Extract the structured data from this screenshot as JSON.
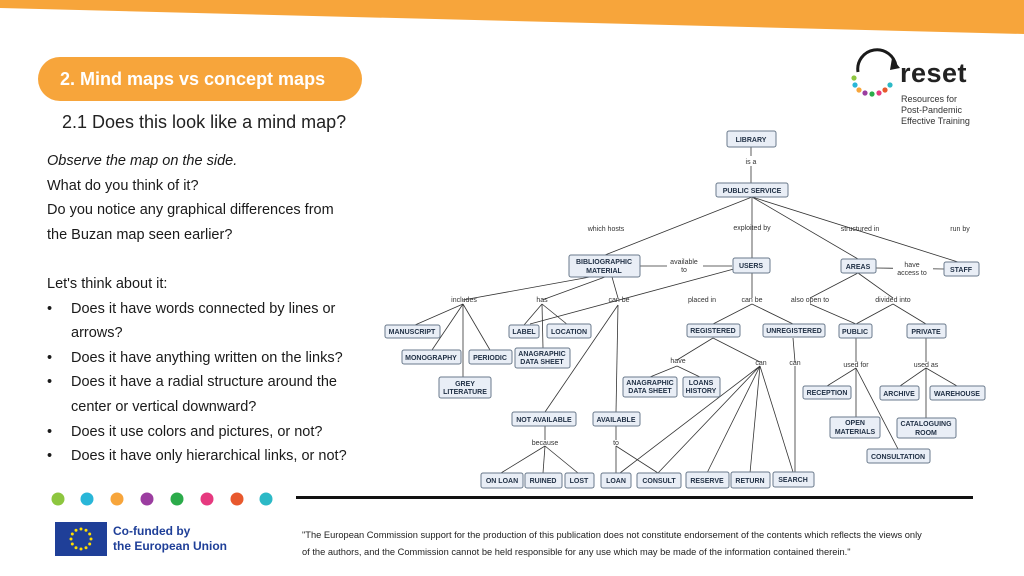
{
  "header": {
    "section_title": "2. Mind maps vs concept maps",
    "subtitle": "2.1 Does this look like a mind map?"
  },
  "intro": {
    "line1": "Observe the map on the side.",
    "line2": "What do you think of it?",
    "line3": "Do you notice any graphical differences from",
    "line4": "the Buzan map seen earlier?"
  },
  "think": {
    "heading": "Let's think about it:",
    "bullet_symbol": "•",
    "b1a": "Does it have words connected by lines or",
    "b1b": "arrows?",
    "b2": "Does it have anything written on the links?",
    "b3a": "Does it have a radial structure around the",
    "b3b": "center or vertical downward?",
    "b4": "Does it use colors and pictures, or not?",
    "b5": "Does it have only hierarchical links, or not?"
  },
  "logo": {
    "word": "reset",
    "sub1": "Resources for",
    "sub2": "Post-Pandemic",
    "sub3": "Effective Training"
  },
  "map": {
    "library": "LIBRARY",
    "is_a": "is a",
    "public_service": "PUBLIC SERVICE",
    "which_hosts": "which hosts",
    "exploited_by": "exploited by",
    "structured_in": "structured in",
    "run_by": "run by",
    "bib1": "BIBLIOGRAPHIC",
    "bib2": "MATERIAL",
    "available1": "available",
    "available2": "to",
    "users": "USERS",
    "have1": "have",
    "have2": "access to",
    "areas": "AREAS",
    "staff": "STAFF",
    "includes": "includes",
    "has": "has",
    "can_be_1": "can be",
    "placed_in": "placed in",
    "can_be_2": "can be",
    "also_open_to": "also open to",
    "divided_into": "divided into",
    "manuscript": "MANUSCRIPT",
    "label": "LABEL",
    "location": "LOCATION",
    "registered": "REGISTERED",
    "unregistered": "UNREGISTERED",
    "public": "PUBLIC",
    "private": "PRIVATE",
    "monography": "MONOGRAPHY",
    "periodic": "PERIODIC",
    "anag1": "ANAGRAPHIC",
    "anag2": "DATA SHEET",
    "have_reg": "have",
    "can_a": "can",
    "can_b": "can",
    "used_for": "used for",
    "used_as": "used as",
    "grey1": "GREY",
    "grey2": "LITERATURE",
    "anagd1": "ANAGRAPHIC",
    "anagd2": "DATA SHEET",
    "loans1": "LOANS",
    "loans2": "HISTORY",
    "reception": "RECEPTION",
    "archive": "ARCHIVE",
    "warehouse": "WAREHOUSE",
    "not_available": "NOT AVAILABLE",
    "available_node": "AVAILABLE",
    "open1": "OPEN",
    "open2": "MATERIALS",
    "cat1": "CATALOGUING",
    "cat2": "ROOM",
    "because": "because",
    "to": "to",
    "consultation": "CONSULTATION",
    "on_loan": "ON LOAN",
    "ruined": "RUINED",
    "lost": "LOST",
    "loan": "LOAN",
    "consult": "CONSULT",
    "reserve": "RESERVE",
    "return": "RETURN",
    "search": "SEARCH"
  },
  "colors": {
    "accent_orange": "#f7a53b",
    "node_fill": "#e9eef6",
    "node_stroke": "#6a7a8c",
    "dots": [
      "#8dc63f",
      "#29b6d8",
      "#f7a53b",
      "#9b3da0",
      "#2bab4a",
      "#e6397f",
      "#e8582d",
      "#2cb9c6"
    ]
  },
  "footer": {
    "eu_line1": "Co-funded by",
    "eu_line2": "the European Union",
    "disclaimer1": "\"The European Commission support for the production of this publication does not constitute endorsement of the contents which reflects the views only",
    "disclaimer2": "of the authors, and the Commission cannot be held responsible for any use which may be made of the information contained  therein.\""
  }
}
